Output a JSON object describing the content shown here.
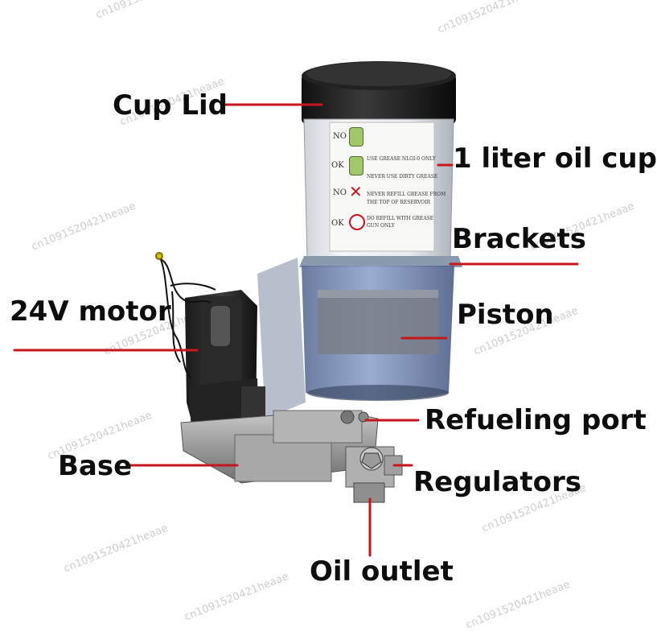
{
  "labels": {
    "cup_lid": "Cup Lid",
    "oil_cup": "1 liter oil cup",
    "brackets": "Brackets",
    "motor": "24V motor",
    "piston": "Piston",
    "refueling_port": "Refueling port",
    "base": "Base",
    "regulators": "Regulators",
    "oil_outlet": "Oil outlet"
  },
  "sticker": {
    "marks": [
      "NO",
      "OK",
      "NO",
      "OK"
    ],
    "lines": [
      "USE GREASE NLGI-0 ONLY",
      "NEVER USE DIRTY GREASE",
      "NEVER REFILL GREASE FROM",
      "THE TOP OF RESERVOIR",
      "DO REFILL WITH GREASE",
      "GUN ONLY"
    ]
  },
  "watermark": "cn1091520421heaae",
  "colors": {
    "leader": "#c8161d",
    "label": "#0d0d0d"
  }
}
